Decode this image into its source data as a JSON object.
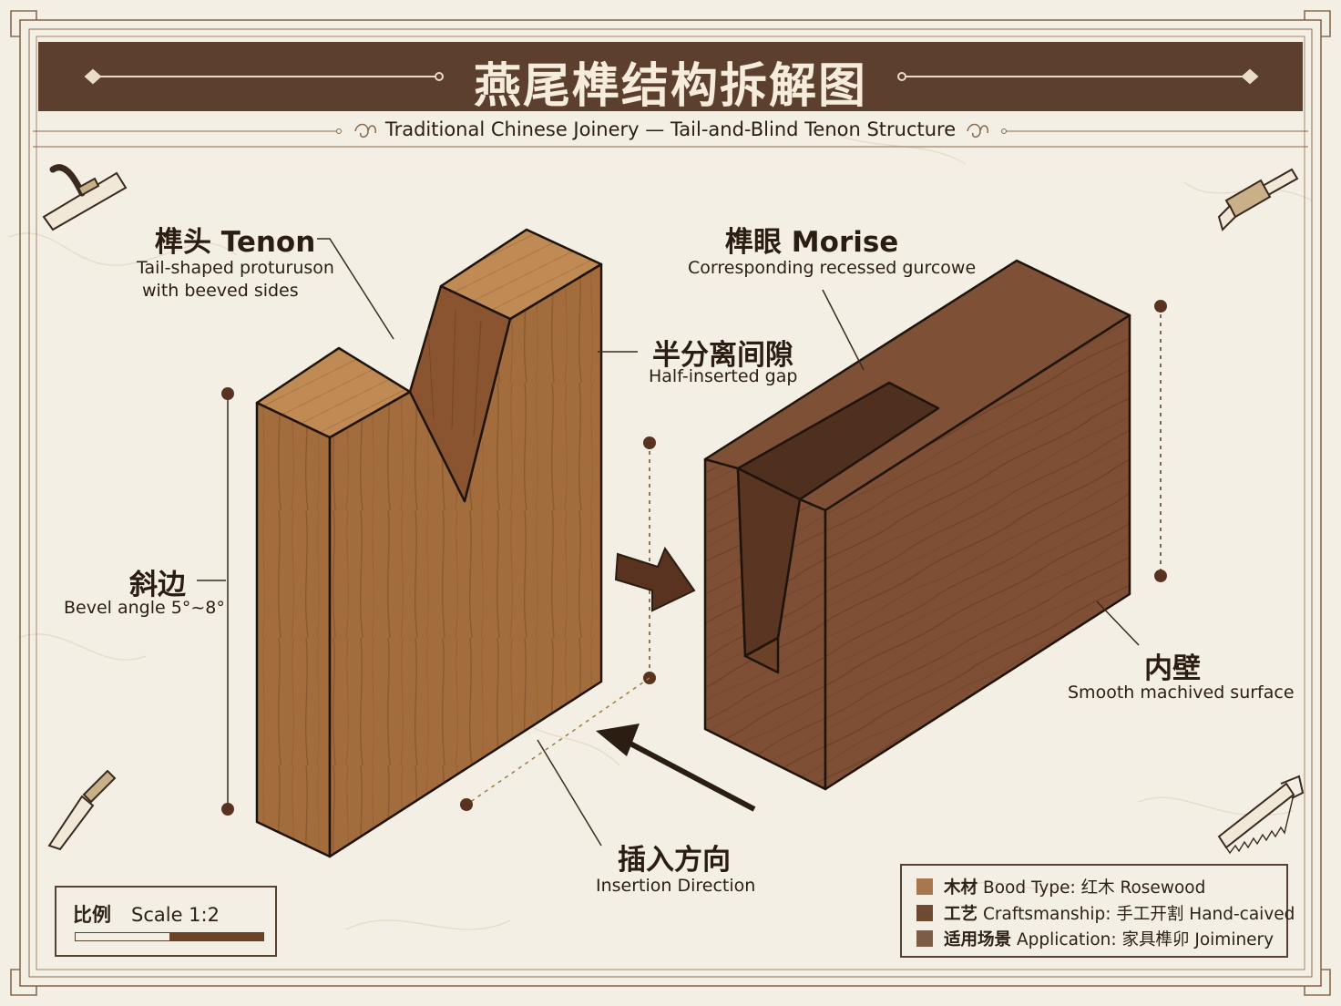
{
  "title": "燕尾榫结构拆解图",
  "subtitle": "Traditional Chinese Joinery — Tail-and-Blind Tenon Structure",
  "labels": {
    "tenon": {
      "zh": "榫头 Tenon",
      "en_line1": "Tail-shaped proturuson",
      "en_line2": "with beeved sides"
    },
    "mortise": {
      "zh": "榫眼 Morise",
      "en": "Corresponding recessed gurcowe"
    },
    "gap": {
      "zh": "半分离间隙",
      "en": "Half-inserted gap"
    },
    "bevel": {
      "zh": "斜边",
      "en": "Bevel angle 5°~8°"
    },
    "inner_wall": {
      "zh": "内壁",
      "en": "Smooth machived surface"
    },
    "insertion": {
      "zh": "插入方向",
      "en": "Insertion Direction"
    }
  },
  "scale": {
    "label": "比例",
    "value": "Scale 1:2"
  },
  "legend": [
    {
      "key": "木材",
      "text": "Bood Type: 红木 Rosewood",
      "color": "#a8774f"
    },
    {
      "key": "工艺",
      "text": "Craftsmanship: 手工开割 Hand-caived",
      "color": "#6e4a33"
    },
    {
      "key": "适用场景",
      "text": "Application: 家具榫卯 Joiminery",
      "color": "#7d5c46"
    }
  ],
  "colors": {
    "banner": "#5c3f2c",
    "frame": "#8a6a4c",
    "background": "#f4efe4",
    "tenon_wood": "#a06a3a",
    "mortise_wood": "#7a4d33",
    "ink": "#2b1d12",
    "marker": "#5a3320"
  },
  "icons": [
    "plane-icon",
    "chisel-icon",
    "knife-icon",
    "saw-icon"
  ]
}
